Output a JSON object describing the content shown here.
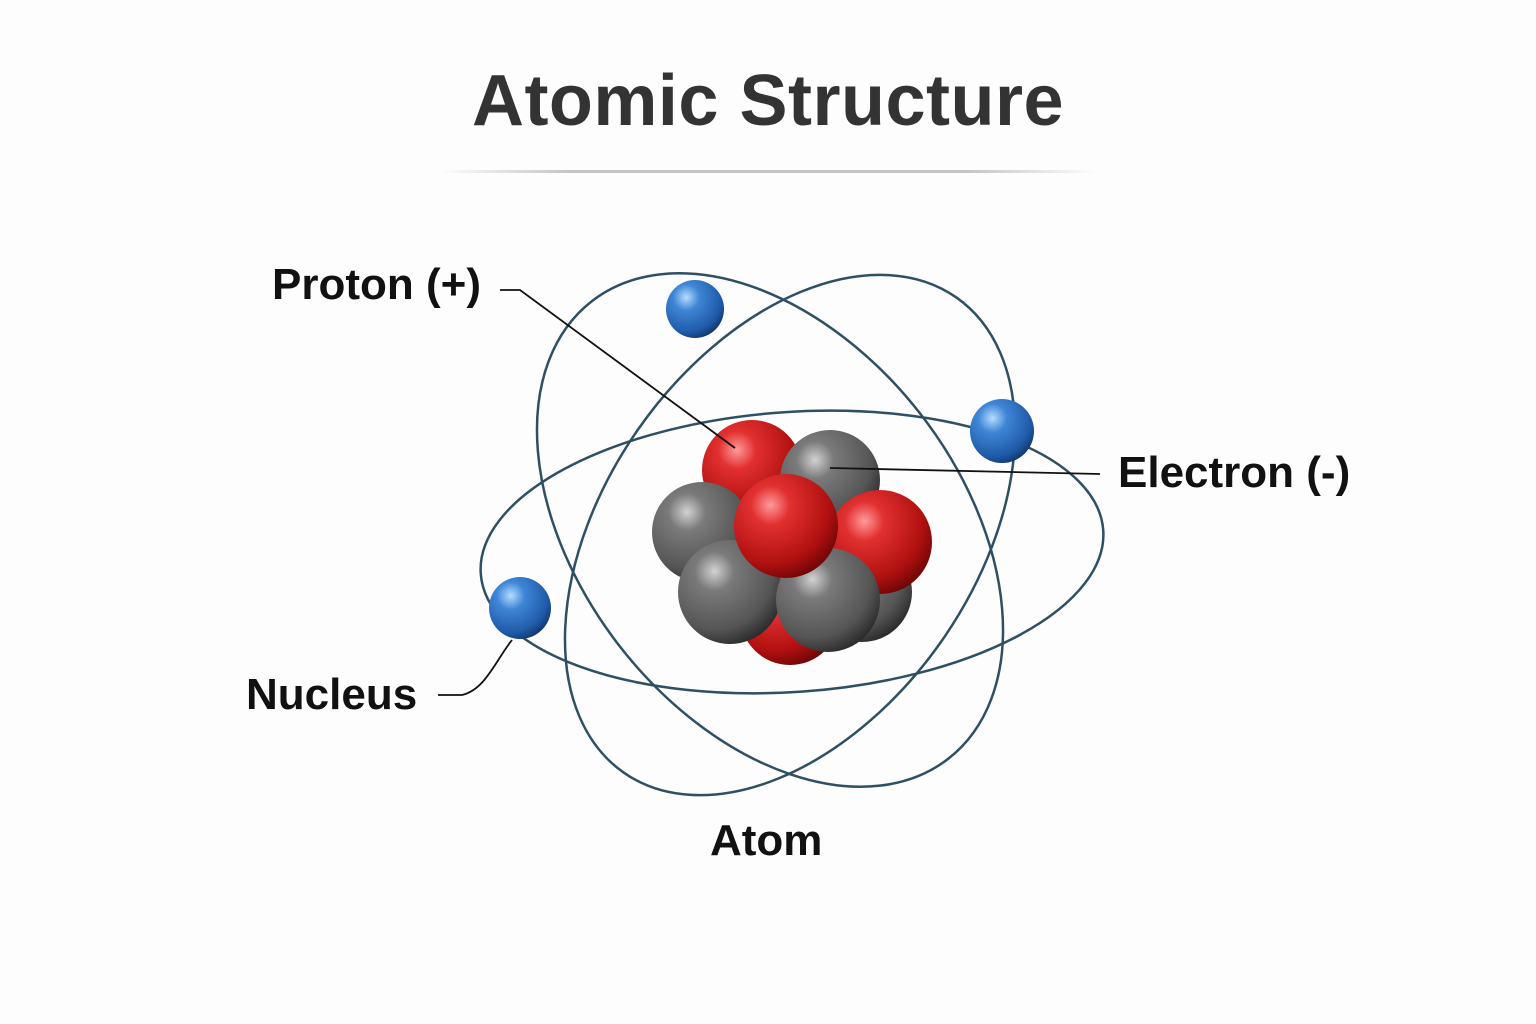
{
  "title": "Atomic Structure",
  "labels": {
    "proton": "Proton (+)",
    "electron": "Electron (-)",
    "nucleus": "Nucleus",
    "atom": "Atom"
  },
  "colors": {
    "proton": "#d01f1f",
    "neutron": "#6a6a6a",
    "electron": "#2e6fc4",
    "orbit": "#2f4f63"
  }
}
